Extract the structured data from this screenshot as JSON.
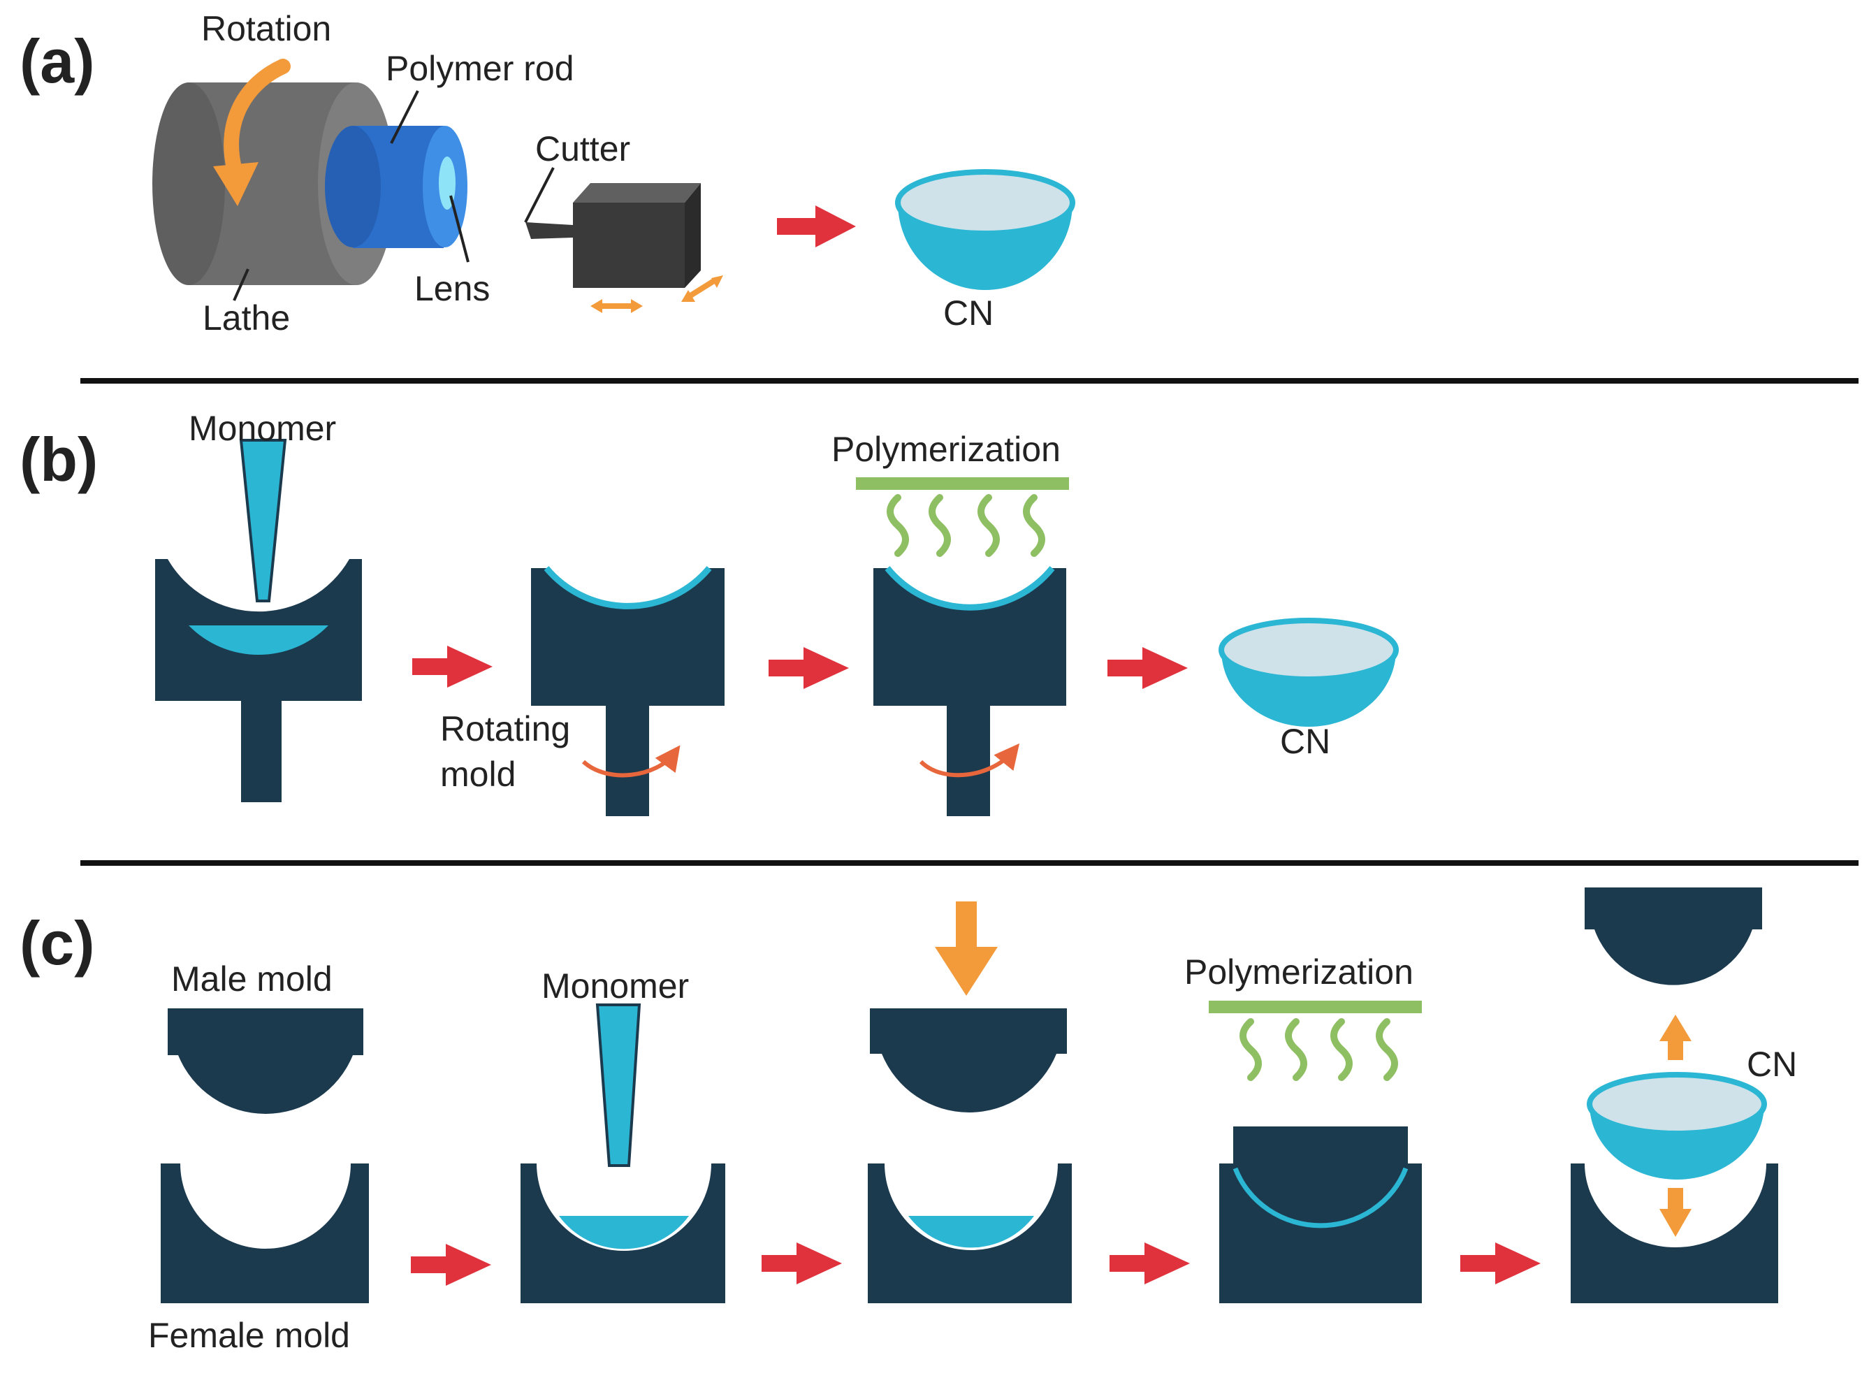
{
  "panels": {
    "a": {
      "label": "(a)",
      "rotation": "Rotation",
      "polymer_rod": "Polymer rod",
      "cutter": "Cutter",
      "lathe": "Lathe",
      "lens": "Lens",
      "cn": "CN"
    },
    "b": {
      "label": "(b)",
      "monomer": "Monomer",
      "polymerization": "Polymerization",
      "rotating": "Rotating",
      "mold": "mold",
      "cn": "CN"
    },
    "c": {
      "label": "(c)",
      "male_mold": "Male mold",
      "female_mold": "Female mold",
      "monomer": "Monomer",
      "polymerization": "Polymerization",
      "cn": "CN"
    }
  },
  "colors": {
    "mold": "#1c3a4e",
    "monomer": "#2bb6d4",
    "lens_surface": "#cfe2ea",
    "arrow_red": "#e0323c",
    "arrow_orange": "#f39a3a",
    "uv_green": "#8fbf63",
    "lathe_gray": "#6d6d6d",
    "rod_blue": "#2f7ed8",
    "cutter_dark": "#3a3a3a"
  }
}
